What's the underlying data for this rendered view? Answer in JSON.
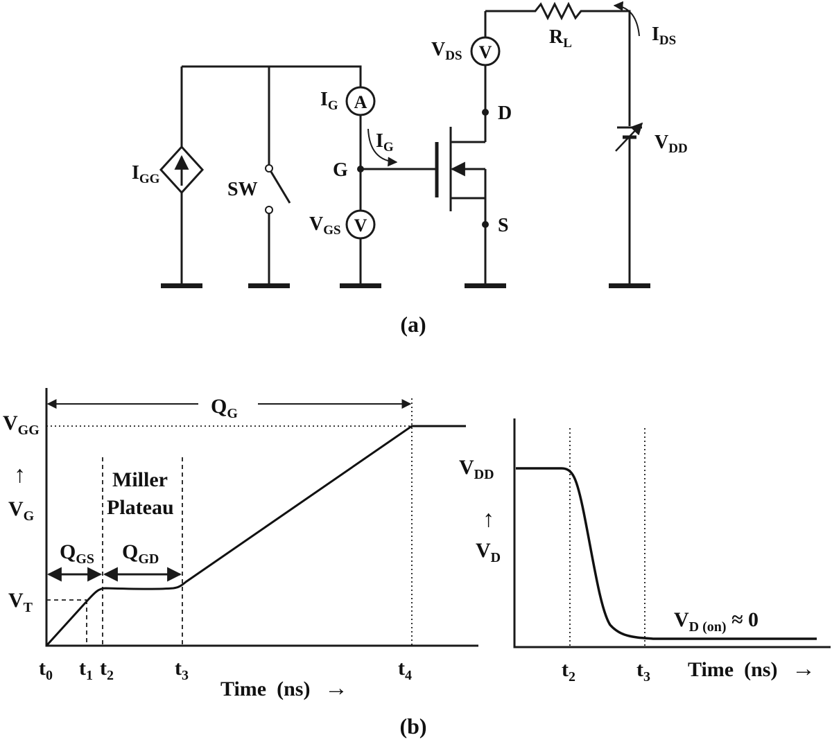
{
  "circuit": {
    "I_GG": {
      "main": "I",
      "sub": "GG"
    },
    "SW": "SW",
    "I_G_meter": {
      "main": "I",
      "sub": "G"
    },
    "ammeter": "A",
    "I_G_arrow": {
      "main": "I",
      "sub": "G"
    },
    "G": "G",
    "V_GS": {
      "main": "V",
      "sub": "GS"
    },
    "voltmeter": "V",
    "V_DS": {
      "main": "V",
      "sub": "DS"
    },
    "D": "D",
    "S": "S",
    "R_L": {
      "main": "R",
      "sub": "L"
    },
    "I_DS": {
      "main": "I",
      "sub": "DS"
    },
    "V_DD": {
      "main": "V",
      "sub": "DD"
    }
  },
  "caption_a": "(a)",
  "caption_b": "(b)",
  "gate_plot": {
    "Q_G": {
      "main": "Q",
      "sub": "G"
    },
    "V_GG": {
      "main": "V",
      "sub": "GG"
    },
    "up_arrow": "↑",
    "V_G": {
      "main": "V",
      "sub": "G"
    },
    "miller_line1": "Miller",
    "miller_line2": "Plateau",
    "Q_GS": {
      "main": "Q",
      "sub": "GS"
    },
    "Q_GD": {
      "main": "Q",
      "sub": "GD"
    },
    "V_T": {
      "main": "V",
      "sub": "T"
    },
    "t0": {
      "main": "t",
      "sub": "0"
    },
    "t1": {
      "main": "t",
      "sub": "1"
    },
    "t2": {
      "main": "t",
      "sub": "2"
    },
    "t3": {
      "main": "t",
      "sub": "3"
    },
    "t4": {
      "main": "t",
      "sub": "4"
    },
    "xlabel": "Time  (ns)",
    "xarrow": "→"
  },
  "drain_plot": {
    "V_DD": {
      "main": "V",
      "sub": "DD"
    },
    "up_arrow": "↑",
    "V_D": {
      "main": "V",
      "sub": "D"
    },
    "V_Don": {
      "main": "V",
      "sub": "D (on)",
      "suffix": " ≈ 0"
    },
    "t2": {
      "main": "t",
      "sub": "2"
    },
    "t3": {
      "main": "t",
      "sub": "3"
    },
    "xlabel": "Time  (ns)",
    "xarrow": "→"
  },
  "chart_data": [
    {
      "type": "line",
      "title": "",
      "xlabel": "Time  (ns)",
      "ylabel": "V_G",
      "x_ticks": [
        "t0",
        "t1",
        "t2",
        "t3",
        "t4"
      ],
      "y_ticks": [
        "V_T",
        "V_GG"
      ],
      "series": [
        {
          "points": [
            [
              "t0",
              0
            ],
            [
              "t1",
              "≈V_T"
            ],
            [
              "t2",
              "plateau"
            ],
            [
              "t3",
              "plateau"
            ],
            [
              "t4",
              "V_GG"
            ],
            [
              "end",
              "V_GG"
            ]
          ]
        }
      ],
      "regions": [
        "Q_GS: t0–t2",
        "Q_GD: t2–t3 (Miller Plateau)",
        "Q_G: t0–t4"
      ],
      "grid": false
    },
    {
      "type": "line",
      "title": "",
      "xlabel": "Time  (ns)",
      "ylabel": "V_D",
      "x_ticks": [
        "t2",
        "t3"
      ],
      "y_ticks": [
        "V_DD"
      ],
      "series": [
        {
          "points": [
            [
              "start",
              "V_DD"
            ],
            [
              "t2",
              "V_DD"
            ],
            [
              "t3",
              "≈0"
            ],
            [
              "end",
              "≈0"
            ]
          ]
        }
      ],
      "annotation": "V_D (on) ≈ 0",
      "grid": false
    }
  ]
}
